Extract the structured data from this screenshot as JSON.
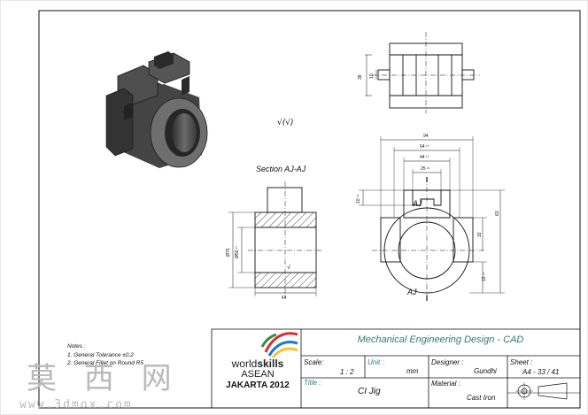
{
  "views": {
    "section_title": "Section AJ-AJ",
    "surface_symbol": "√(√)",
    "section_marker": "AJ",
    "section_dims": {
      "width_bottom": "64",
      "dia_outer": "Ø75",
      "dia_inner": "Ø50 ¹⁷"
    },
    "front_dims": {
      "overall": "94",
      "slot_64": "64 ¹⁷",
      "slot_44": "44 ¹⁷",
      "slot_25": "25 ¹¹",
      "height_63": "63",
      "height_32": "32",
      "height_13": "13 ¹¹",
      "left_10": "10 ¹¹"
    },
    "top_dims": {
      "dim_38": "38",
      "dim_10": "10"
    }
  },
  "notes": {
    "title": "Notes :",
    "items": [
      "1. General Tolerance ±0,2",
      "2. General Fillet on Round R5"
    ]
  },
  "logo": {
    "word_world": "world",
    "word_skills": "skills",
    "line2": "ASEAN",
    "line3": "JAKARTA 2012"
  },
  "title_block": {
    "heading": "Mechanical Engineering Design - CAD",
    "scale_label": "Scale:",
    "scale_value": "1 : 2",
    "unit_label": "Unit :",
    "unit_value": "mm",
    "designer_label": "Designer :",
    "designer_value": "Gundhi",
    "sheet_label": "Sheet :",
    "sheet_value": "A4 - 33 / 41",
    "title_label": "Title :",
    "title_value": "CI Jig",
    "material_label": "Material :",
    "material_value": "Cast Iron"
  },
  "watermark": {
    "chars": "莫 西 网",
    "url": "www.3dmox.com"
  },
  "colors": {
    "title_heading": "#2e7d6f",
    "line": "#111111",
    "watermark": "#b9b9b9"
  }
}
